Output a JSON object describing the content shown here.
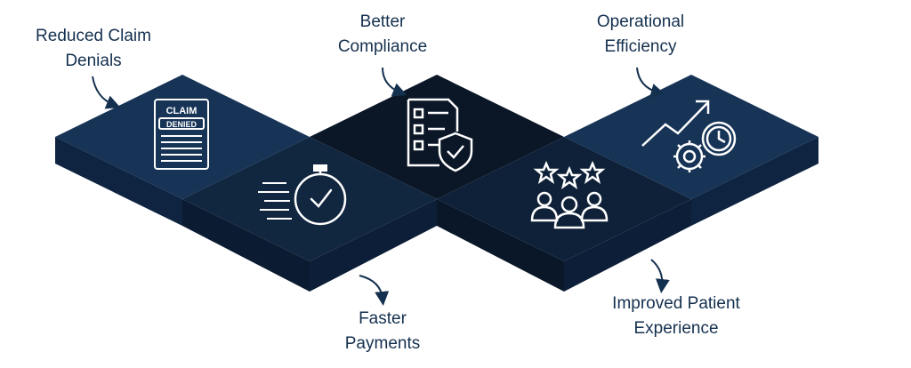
{
  "colors": {
    "tile_blue": "#173457",
    "tile_blue_side": "#0f2441",
    "tile_dark": "#0b1627",
    "tile_dark_side": "#070f1c",
    "tile_mid": "#11263f",
    "icon": "#ffffff",
    "text": "#14304f"
  },
  "benefits": [
    {
      "line1": "Reduced Claim",
      "line2": "Denials",
      "icon": "claim-denied-icon",
      "badge1": "CLAIM",
      "badge2": "DENIED"
    },
    {
      "line1": "Faster",
      "line2": "Payments",
      "icon": "stopwatch-icon"
    },
    {
      "line1": "Better",
      "line2": "Compliance",
      "icon": "checklist-shield-icon"
    },
    {
      "line1": "Improved Patient",
      "line2": "Experience",
      "icon": "patients-stars-icon"
    },
    {
      "line1": "Operational",
      "line2": "Efficiency",
      "icon": "growth-gear-clock-icon"
    }
  ]
}
